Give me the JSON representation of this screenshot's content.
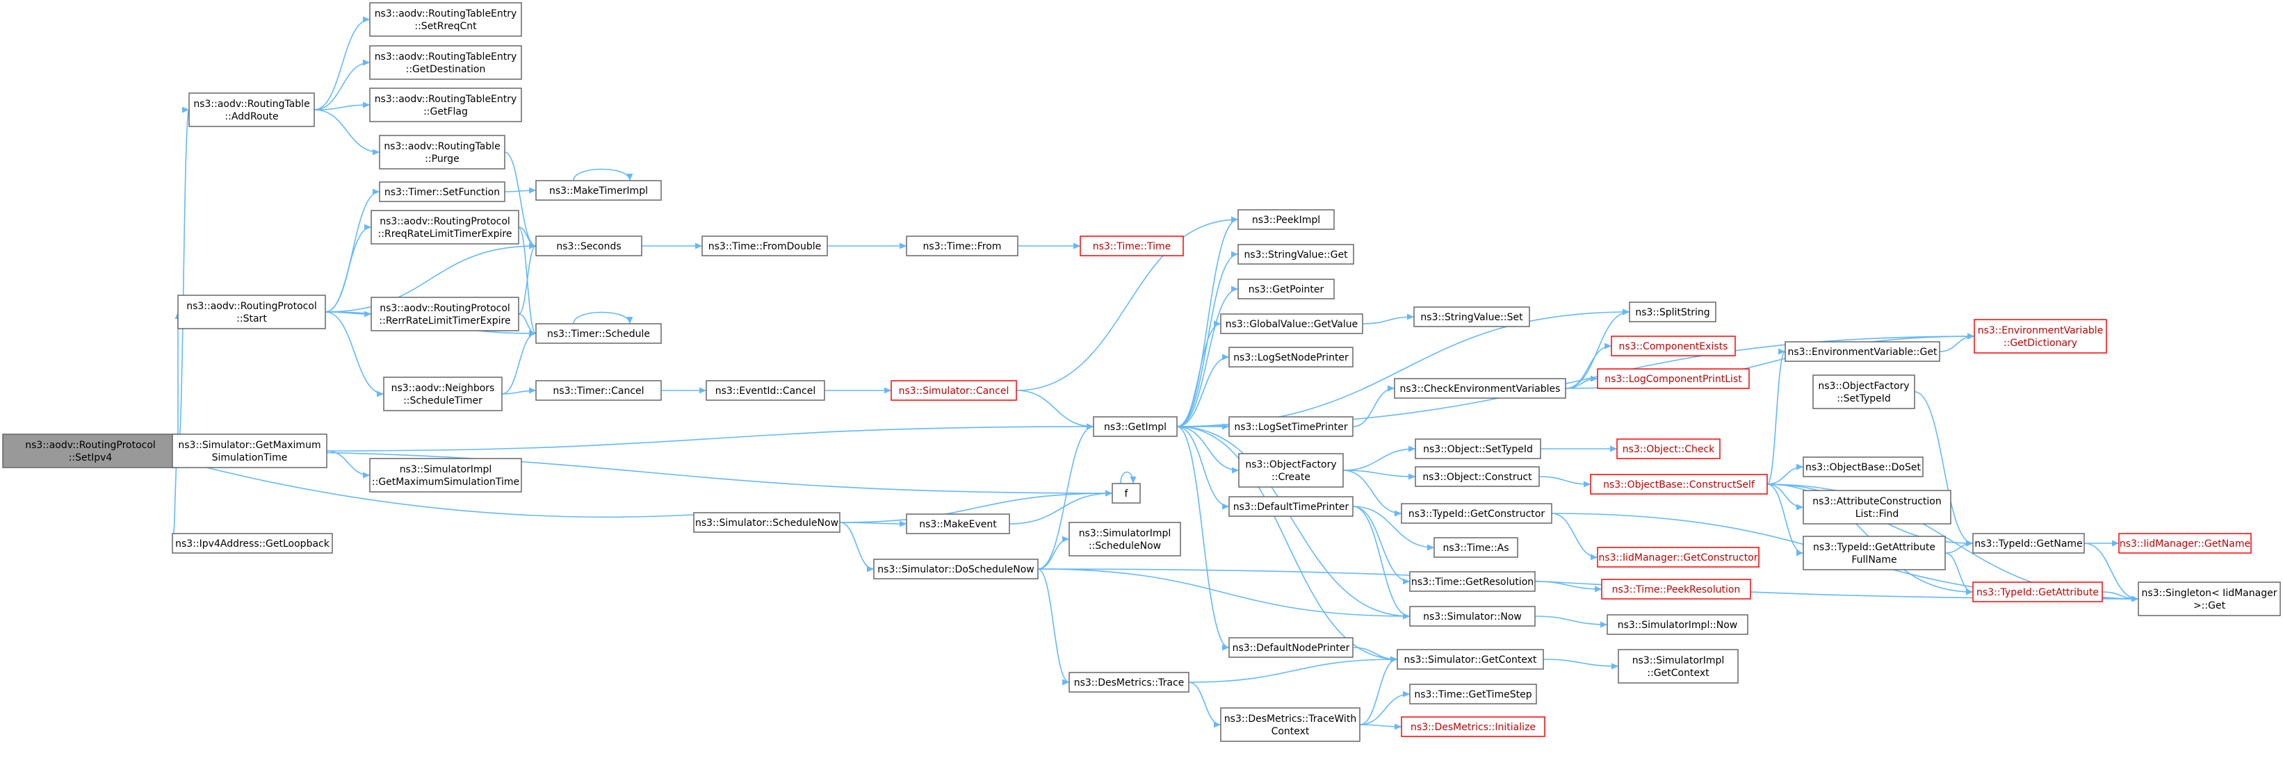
{
  "nodes": {
    "setipv4": {
      "lines": [
        "ns3::aodv::RoutingProtocol",
        "::SetIpv4"
      ],
      "style": "root"
    },
    "addroute": {
      "lines": [
        "ns3::aodv::RoutingTable",
        "::AddRoute"
      ],
      "style": "normal"
    },
    "rp_start": {
      "lines": [
        "ns3::aodv::RoutingProtocol",
        "::Start"
      ],
      "style": "normal"
    },
    "getmaxsim": {
      "lines": [
        "ns3::Simulator::GetMaximum",
        "SimulationTime"
      ],
      "style": "normal"
    },
    "getloopback": {
      "lines": [
        "ns3::Ipv4Address::GetLoopback"
      ],
      "style": "normal"
    },
    "setrreqcnt": {
      "lines": [
        "ns3::aodv::RoutingTableEntry",
        "::SetRreqCnt"
      ],
      "style": "normal"
    },
    "getdest": {
      "lines": [
        "ns3::aodv::RoutingTableEntry",
        "::GetDestination"
      ],
      "style": "normal"
    },
    "getflag": {
      "lines": [
        "ns3::aodv::RoutingTableEntry",
        "::GetFlag"
      ],
      "style": "normal"
    },
    "purge": {
      "lines": [
        "ns3::aodv::RoutingTable",
        "::Purge"
      ],
      "style": "normal"
    },
    "setfunction": {
      "lines": [
        "ns3::Timer::SetFunction"
      ],
      "style": "normal"
    },
    "rreqexpire": {
      "lines": [
        "ns3::aodv::RoutingProtocol",
        "::RreqRateLimitTimerExpire"
      ],
      "style": "normal"
    },
    "rerrexpire": {
      "lines": [
        "ns3::aodv::RoutingProtocol",
        "::RerrRateLimitTimerExpire"
      ],
      "style": "normal"
    },
    "schedtimer": {
      "lines": [
        "ns3::aodv::Neighbors",
        "::ScheduleTimer"
      ],
      "style": "normal"
    },
    "simimpl_getmax": {
      "lines": [
        "ns3::SimulatorImpl",
        "::GetMaximumSimulationTime"
      ],
      "style": "normal"
    },
    "schedulenow": {
      "lines": [
        "ns3::Simulator::ScheduleNow"
      ],
      "style": "normal"
    },
    "maketimerimpl": {
      "lines": [
        "ns3::MakeTimerImpl"
      ],
      "style": "normal"
    },
    "seconds": {
      "lines": [
        "ns3::Seconds"
      ],
      "style": "normal"
    },
    "timerschedule": {
      "lines": [
        "ns3::Timer::Schedule"
      ],
      "style": "normal"
    },
    "timercancel": {
      "lines": [
        "ns3::Timer::Cancel"
      ],
      "style": "normal"
    },
    "fromdouble": {
      "lines": [
        "ns3::Time::FromDouble"
      ],
      "style": "normal"
    },
    "timefrom": {
      "lines": [
        "ns3::Time::From"
      ],
      "style": "normal"
    },
    "timetime": {
      "lines": [
        "ns3::Time::Time"
      ],
      "style": "red"
    },
    "eventcancel": {
      "lines": [
        "ns3::EventId::Cancel"
      ],
      "style": "normal"
    },
    "simcancel": {
      "lines": [
        "ns3::Simulator::Cancel"
      ],
      "style": "red"
    },
    "makeevent": {
      "lines": [
        "ns3::MakeEvent"
      ],
      "style": "normal"
    },
    "doschedulenow": {
      "lines": [
        "ns3::Simulator::DoScheduleNow"
      ],
      "style": "normal"
    },
    "fnode": {
      "lines": [
        "f"
      ],
      "style": "normal"
    },
    "simimpl_schednow": {
      "lines": [
        "ns3::SimulatorImpl",
        "::ScheduleNow"
      ],
      "style": "normal"
    },
    "desmetrics_trace": {
      "lines": [
        "ns3::DesMetrics::Trace"
      ],
      "style": "normal"
    },
    "desmetrics_twc": {
      "lines": [
        "ns3::DesMetrics::TraceWith",
        "Context"
      ],
      "style": "normal"
    },
    "getimpl": {
      "lines": [
        "ns3::GetImpl"
      ],
      "style": "normal"
    },
    "peekimpl": {
      "lines": [
        "ns3::PeekImpl"
      ],
      "style": "normal"
    },
    "stringvalueget": {
      "lines": [
        "ns3::StringValue::Get"
      ],
      "style": "normal"
    },
    "getpointer": {
      "lines": [
        "ns3::GetPointer"
      ],
      "style": "normal"
    },
    "globalvaluegetvalue": {
      "lines": [
        "ns3::GlobalValue::GetValue"
      ],
      "style": "normal"
    },
    "logsetnodeprinter": {
      "lines": [
        "ns3::LogSetNodePrinter"
      ],
      "style": "normal"
    },
    "logsettimeprinter": {
      "lines": [
        "ns3::LogSetTimePrinter"
      ],
      "style": "normal"
    },
    "objfactorycreate": {
      "lines": [
        "ns3::ObjectFactory",
        "::Create"
      ],
      "style": "normal"
    },
    "defaulttimeprinter": {
      "lines": [
        "ns3::DefaultTimePrinter"
      ],
      "style": "normal"
    },
    "defaultnodeprinter": {
      "lines": [
        "ns3::DefaultNodePrinter"
      ],
      "style": "normal"
    },
    "stringvalueset": {
      "lines": [
        "ns3::StringValue::Set"
      ],
      "style": "normal"
    },
    "checkenvvars": {
      "lines": [
        "ns3::CheckEnvironmentVariables"
      ],
      "style": "normal"
    },
    "splitstring": {
      "lines": [
        "ns3::SplitString"
      ],
      "style": "normal"
    },
    "componentexists": {
      "lines": [
        "ns3::ComponentExists"
      ],
      "style": "red"
    },
    "logcomponentprintlist": {
      "lines": [
        "ns3::LogComponentPrintList"
      ],
      "style": "red"
    },
    "objsettypeid": {
      "lines": [
        "ns3::Object::SetTypeId"
      ],
      "style": "normal"
    },
    "objcheck": {
      "lines": [
        "ns3::Object::Check"
      ],
      "style": "red"
    },
    "objconstruct": {
      "lines": [
        "ns3::Object::Construct"
      ],
      "style": "normal"
    },
    "typeidgetconstructor": {
      "lines": [
        "ns3::TypeId::GetConstructor"
      ],
      "style": "normal"
    },
    "iidgetconstructor": {
      "lines": [
        "ns3::IidManager::GetConstructor"
      ],
      "style": "red"
    },
    "timeas": {
      "lines": [
        "ns3::Time::As"
      ],
      "style": "normal"
    },
    "timegetresolution": {
      "lines": [
        "ns3::Time::GetResolution"
      ],
      "style": "normal"
    },
    "timepeekresolution": {
      "lines": [
        "ns3::Time::PeekResolution"
      ],
      "style": "red"
    },
    "simnow": {
      "lines": [
        "ns3::Simulator::Now"
      ],
      "style": "normal"
    },
    "simimplnow": {
      "lines": [
        "ns3::SimulatorImpl::Now"
      ],
      "style": "normal"
    },
    "simgetcontext": {
      "lines": [
        "ns3::Simulator::GetContext"
      ],
      "style": "normal"
    },
    "simimplgetcontext": {
      "lines": [
        "ns3::SimulatorImpl",
        "::GetContext"
      ],
      "style": "normal"
    },
    "timegettimestep": {
      "lines": [
        "ns3::Time::GetTimeStep"
      ],
      "style": "normal"
    },
    "desmetricsinit": {
      "lines": [
        "ns3::DesMetrics::Initialize"
      ],
      "style": "red"
    },
    "envvarget": {
      "lines": [
        "ns3::EnvironmentVariable::Get"
      ],
      "style": "normal"
    },
    "envvargetdict": {
      "lines": [
        "ns3::EnvironmentVariable",
        "::GetDictionary"
      ],
      "style": "red"
    },
    "objfactorysettypeid": {
      "lines": [
        "ns3::ObjectFactory",
        "::SetTypeId"
      ],
      "style": "normal"
    },
    "objbaseconstructself": {
      "lines": [
        "ns3::ObjectBase::ConstructSelf"
      ],
      "style": "red"
    },
    "objbasedoset": {
      "lines": [
        "ns3::ObjectBase::DoSet"
      ],
      "style": "normal"
    },
    "attrconstructlistfind": {
      "lines": [
        "ns3::AttributeConstruction",
        "List::Find"
      ],
      "style": "normal"
    },
    "typeidgetattrfullname": {
      "lines": [
        "ns3::TypeId::GetAttribute",
        "FullName"
      ],
      "style": "normal"
    },
    "typeidgetname": {
      "lines": [
        "ns3::TypeId::GetName"
      ],
      "style": "normal"
    },
    "iidgetname": {
      "lines": [
        "ns3::IidManager::GetName"
      ],
      "style": "red"
    },
    "typeidgetattribute": {
      "lines": [
        "ns3::TypeId::GetAttribute"
      ],
      "style": "red"
    },
    "singletonget": {
      "lines": [
        "ns3::Singleton< IidManager",
        " >::Get"
      ],
      "style": "normal"
    }
  },
  "colors": {
    "edge": "#63b8ff",
    "node_border": "#666666",
    "root_fill": "#999999",
    "red_border": "#ff0000"
  }
}
